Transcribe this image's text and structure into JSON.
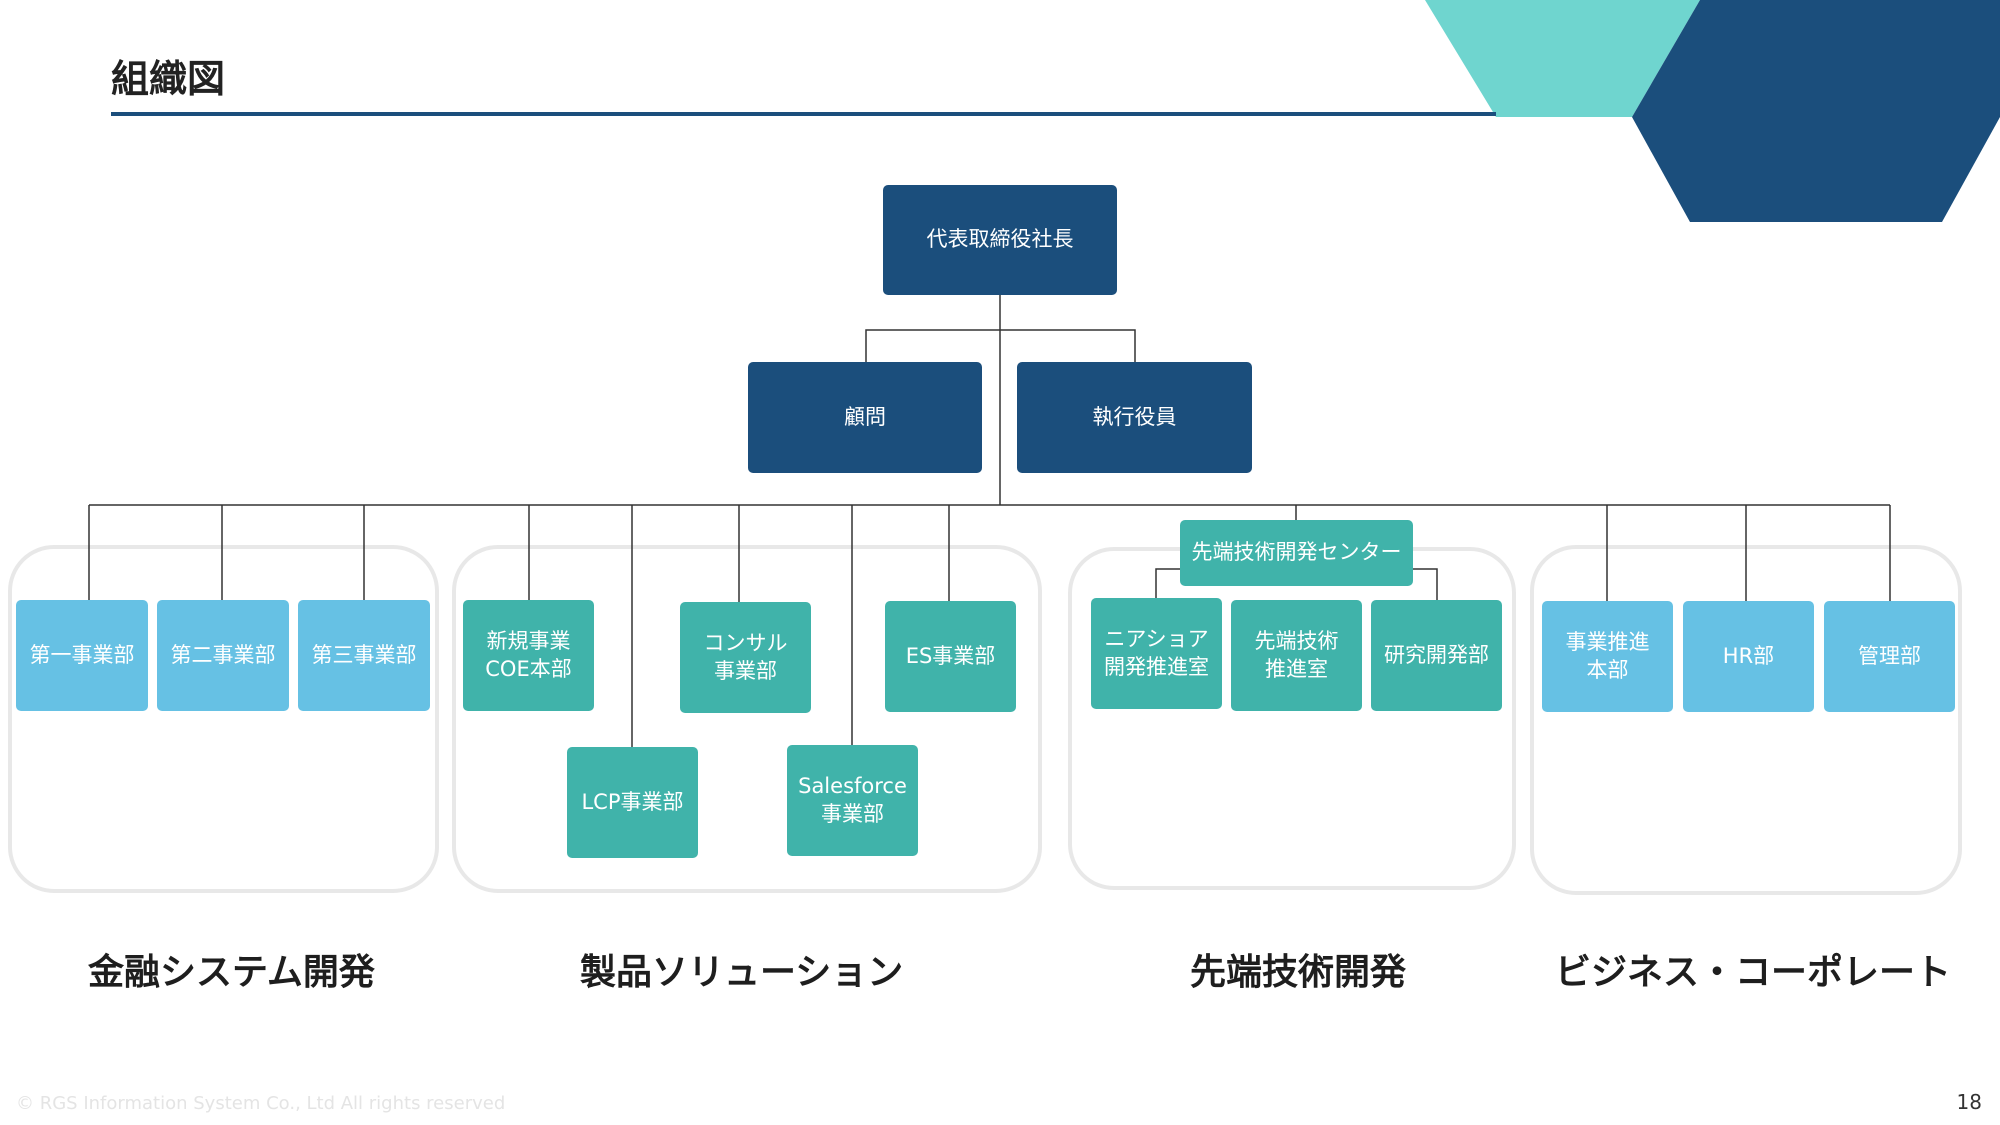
{
  "slide": {
    "title": "組織図",
    "copyright": "© RGS Information System Co., Ltd All rights reserved",
    "page_number": "18"
  },
  "colors": {
    "navy": "#1b4e7c",
    "teal": "#40b3aa",
    "sky": "#66c1e4",
    "accent_light": "#6fd5cf",
    "group_border": "#e8e8e8"
  },
  "org": {
    "ceo": "代表取締役社長",
    "advisor": "顧問",
    "executives": "執行役員",
    "finance": {
      "category": "金融システム開発",
      "units": [
        "第一事業部",
        "第二事業部",
        "第三事業部"
      ]
    },
    "products": {
      "category": "製品ソリューション",
      "new_coe": "新規事業\nCOE本部",
      "lcp": "LCP事業部",
      "consul": "コンサル\n事業部",
      "salesforce": "Salesforce\n事業部",
      "es": "ES事業部"
    },
    "advanced": {
      "category": "先端技術開発",
      "center": "先端技術開発センター",
      "units": [
        "ニアショア\n開発推進室",
        "先端技術\n推進室",
        "研究開発部"
      ]
    },
    "corporate": {
      "category": "ビジネス・コーポレート",
      "units": [
        "事業推進\n本部",
        "HR部",
        "管理部"
      ]
    }
  }
}
